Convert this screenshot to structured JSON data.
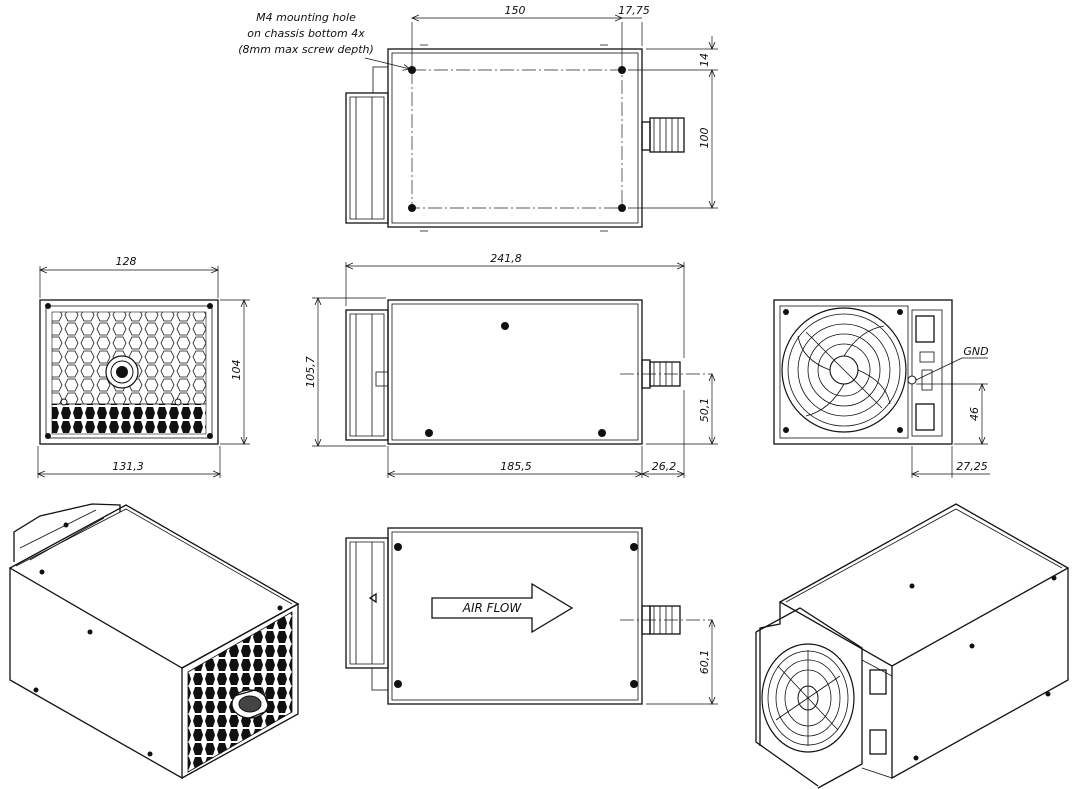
{
  "colors": {
    "line": "#111111",
    "background": "#ffffff"
  },
  "annotations": {
    "mounting_note_line1": "M4 mounting hole",
    "mounting_note_line2": "on chassis bottom 4x",
    "mounting_note_line3": "(8mm max screw depth)",
    "gnd": "GND",
    "airflow": "AIR FLOW"
  },
  "dimensions": {
    "top_width": "150",
    "top_offset": "17,75",
    "top_edge": "14",
    "top_height": "100",
    "front_width": "128",
    "front_height": "104",
    "front_outer_width": "131,3",
    "side_length": "241,8",
    "side_height": "105,7",
    "side_body": "185,5",
    "side_shaft": "26,2",
    "side_shaft_height": "50,1",
    "rear_gnd_height": "46",
    "rear_offset": "27,25",
    "bottom_shaft_height": "60,1"
  }
}
